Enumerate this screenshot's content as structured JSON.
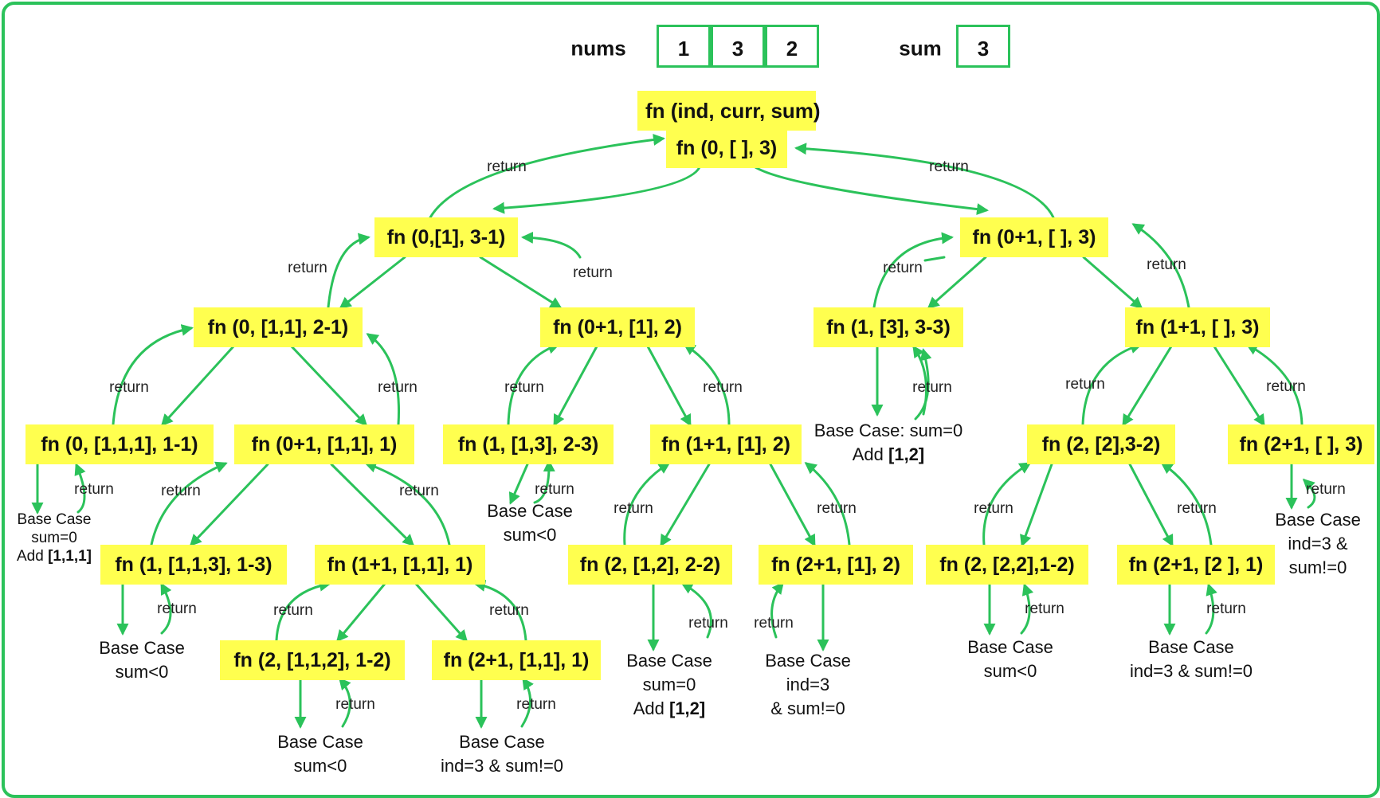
{
  "header": {
    "nums_label": "nums",
    "nums": [
      "1",
      "3",
      "2"
    ],
    "sum_label": "sum",
    "sum": "3"
  },
  "signature": "fn (ind, curr, sum)",
  "return_label": "return",
  "nodes": [
    {
      "id": "root",
      "text": "fn (0, [ ], 3)"
    },
    {
      "id": "a",
      "text": "fn (0,[1], 3-1)"
    },
    {
      "id": "b",
      "text": "fn (0+1, [ ], 3)"
    },
    {
      "id": "a1",
      "text": "fn (0, [1,1], 2-1)"
    },
    {
      "id": "a2",
      "text": "fn (0+1, [1], 2)"
    },
    {
      "id": "b1",
      "text": "fn (1, [3], 3-3)"
    },
    {
      "id": "b2",
      "text": "fn (1+1, [ ], 3)"
    },
    {
      "id": "a11",
      "text": "fn (0, [1,1,1], 1-1)"
    },
    {
      "id": "a12",
      "text": "fn (0+1, [1,1], 1)"
    },
    {
      "id": "a21",
      "text": "fn (1, [1,3], 2-3)"
    },
    {
      "id": "a22",
      "text": "fn (1+1, [1], 2)"
    },
    {
      "id": "b21",
      "text": "fn (2, [2],3-2)"
    },
    {
      "id": "b22",
      "text": "fn (2+1, [ ], 3)"
    },
    {
      "id": "a121",
      "text": "fn (1, [1,1,3], 1-3)"
    },
    {
      "id": "a122",
      "text": "fn (1+1, [1,1], 1)"
    },
    {
      "id": "a221",
      "text": "fn (2, [1,2], 2-2)"
    },
    {
      "id": "a222",
      "text": "fn (2+1, [1], 2)"
    },
    {
      "id": "b211",
      "text": "fn (2, [2,2],1-2)"
    },
    {
      "id": "b212",
      "text": "fn (2+1, [2 ], 1)"
    },
    {
      "id": "a1221",
      "text": "fn (2, [1,1,2], 1-2)"
    },
    {
      "id": "a1222",
      "text": "fn (2+1, [1,1], 1)"
    }
  ],
  "base_cases": [
    {
      "id": "bc_a11",
      "lines": [
        "Base Case",
        "sum=0"
      ],
      "add_prefix": "Add ",
      "add": "[1,1,1]"
    },
    {
      "id": "bc_a121",
      "lines": [
        "Base Case",
        "sum<0"
      ]
    },
    {
      "id": "bc_a1221",
      "lines": [
        "Base Case",
        "sum<0"
      ]
    },
    {
      "id": "bc_a1222",
      "lines": [
        "Base Case",
        "ind=3 & sum!=0"
      ]
    },
    {
      "id": "bc_a21",
      "lines": [
        "Base Case",
        "sum<0"
      ]
    },
    {
      "id": "bc_a221",
      "lines": [
        "Base Case",
        "sum=0"
      ],
      "add_prefix": "Add ",
      "add": "[1,2]"
    },
    {
      "id": "bc_a222",
      "lines": [
        "Base Case",
        "ind=3",
        "& sum!=0"
      ]
    },
    {
      "id": "bc_b1",
      "lines": [
        "Base Case: sum=0"
      ],
      "add_prefix": "Add ",
      "add": "[1,2]"
    },
    {
      "id": "bc_b211",
      "lines": [
        "Base Case",
        "sum<0"
      ]
    },
    {
      "id": "bc_b212",
      "lines": [
        "Base Case",
        "ind=3 & sum!=0"
      ]
    },
    {
      "id": "bc_b22",
      "lines": [
        "Base Case",
        "ind=3 &",
        "sum!=0"
      ]
    }
  ],
  "colors": {
    "accent": "#2bc25a",
    "node_fill": "#ffff4f",
    "text": "#111111"
  }
}
